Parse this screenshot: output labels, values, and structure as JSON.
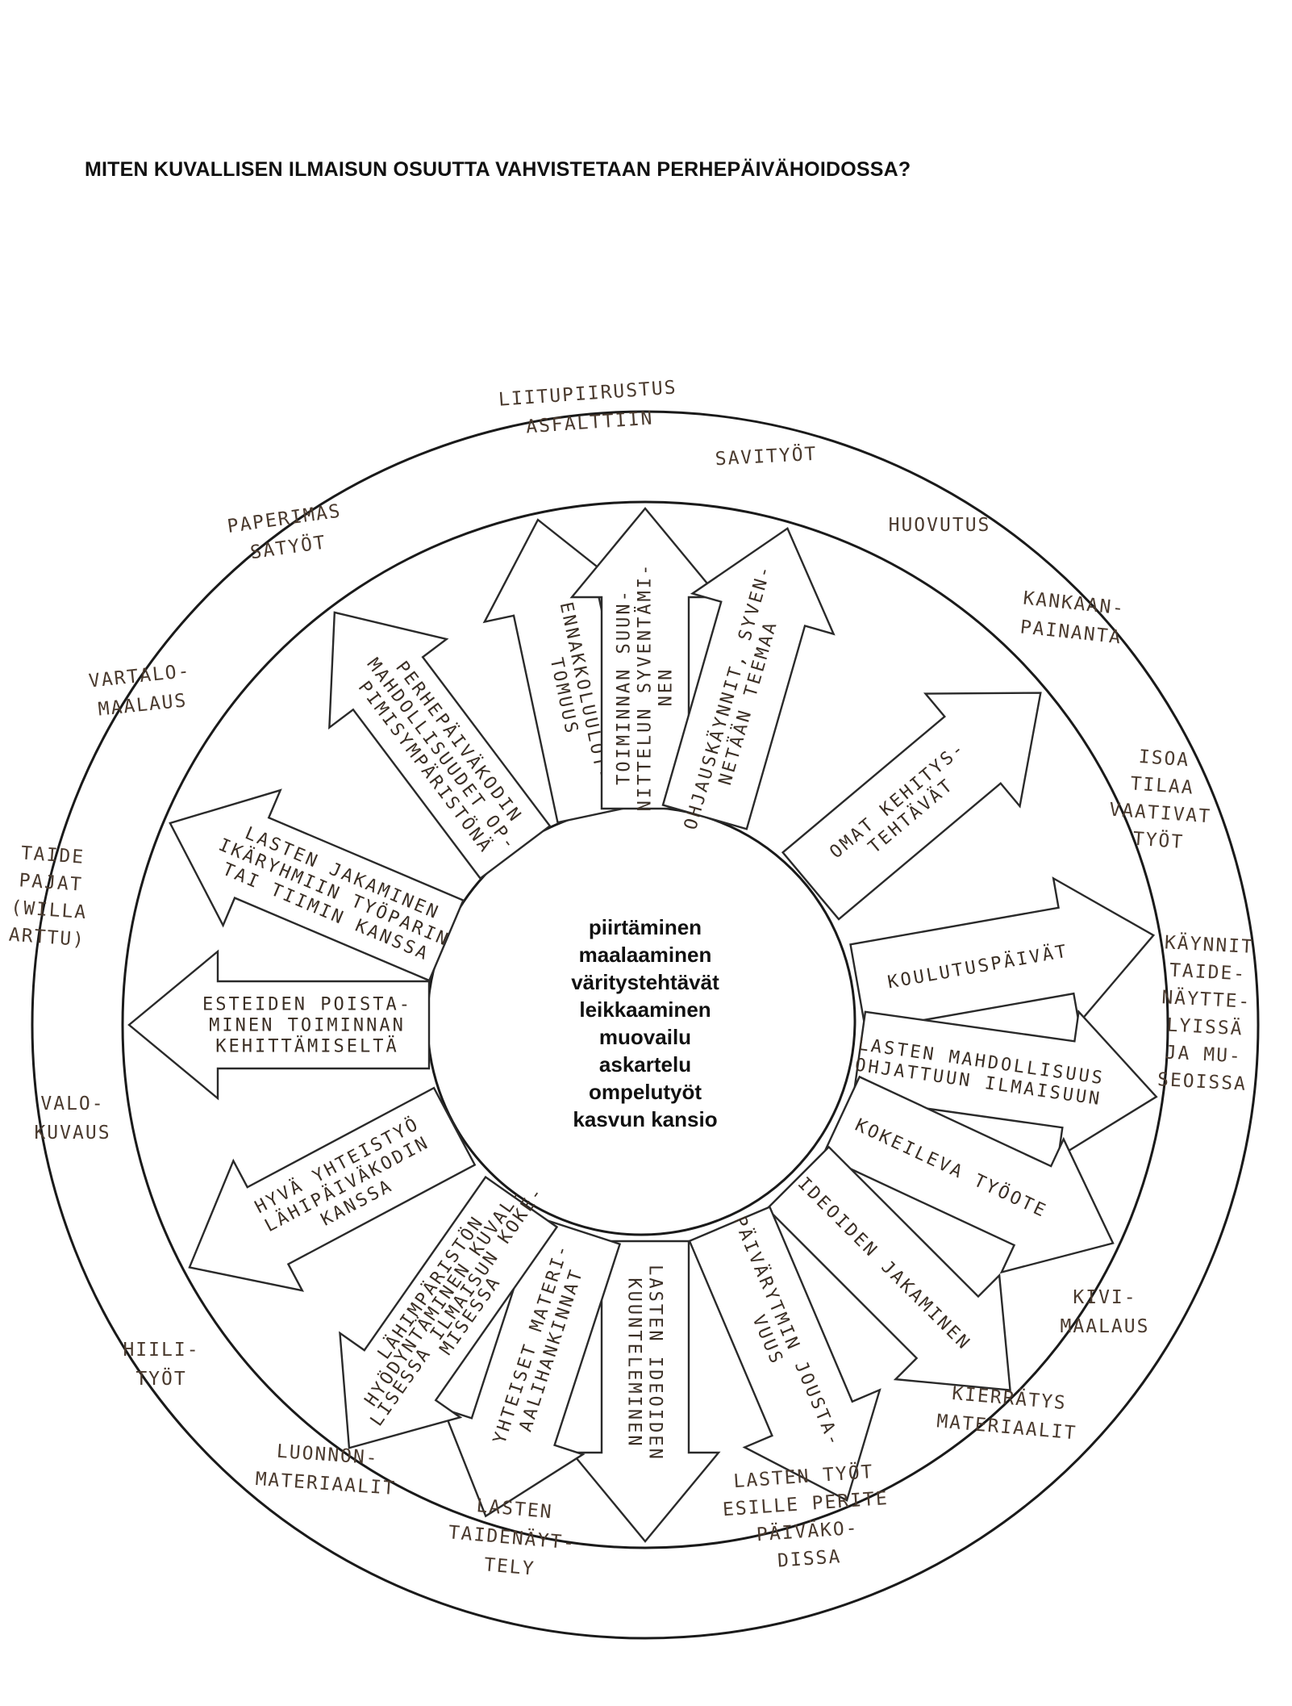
{
  "title": "MITEN KUVALLISEN ILMAISUN OSUUTTA VAHVISTETAAN PERHEPÄIVÄHOIDOSSA?",
  "center_items": [
    "piirtäminen",
    "maalaaminen",
    "väritystehtävät",
    "leikkaaminen",
    "muovailu",
    "askartelu",
    "ompelutyöt",
    "kasvun kansio"
  ],
  "arrows": [
    {
      "id": "a1",
      "lines": [
        "ENNAKKOLUULOT-",
        "TOMUUS"
      ]
    },
    {
      "id": "a2",
      "lines": [
        "TOIMINNAN SUUN-",
        "NITTELUN SYVENTÄMI-",
        "NEN"
      ]
    },
    {
      "id": "a3",
      "lines": [
        "OHJAUSKÄYNNIT, SYVEN-",
        "NETÄÄN TEEMAA"
      ]
    },
    {
      "id": "a4",
      "lines": [
        "OMAT KEHITYS-",
        "TEHTÄVÄT"
      ]
    },
    {
      "id": "a5",
      "lines": [
        "KOULUTUSPÄIVÄT"
      ]
    },
    {
      "id": "a6",
      "lines": [
        "LASTEN MAHDOLLISUUS",
        "OHJATTUUN ILMAISUUN"
      ]
    },
    {
      "id": "a7",
      "lines": [
        "KOKEILEVA TYÖOTE"
      ]
    },
    {
      "id": "a8",
      "lines": [
        "IDEOIDEN JAKAMINEN"
      ]
    },
    {
      "id": "a9",
      "lines": [
        "PÄIVÄRYTMIN JOUSTA-",
        "VUUS"
      ]
    },
    {
      "id": "a10",
      "lines": [
        "LASTEN IDEOIDEN",
        "KUUNTELEMINEN"
      ]
    },
    {
      "id": "a11",
      "lines": [
        "YHTEISET MATERI-",
        "AALIHANKINNAT"
      ]
    },
    {
      "id": "a12",
      "lines": [
        "LÄHIMPÄRISTÖN",
        "HYÖDYNTÄMINEN KUVAL-",
        "LISESSA ILMAISUN KOKE-",
        "MISESSA"
      ]
    },
    {
      "id": "a13",
      "lines": [
        "HYVÄ YHTEISTYÖ",
        "LÄHIPÄIVÄKODIN",
        "KANSSA"
      ]
    },
    {
      "id": "a14",
      "lines": [
        "ESTEIDEN POISTA-",
        "MINEN TOIMINNAN",
        "KEHITTÄMISELTÄ"
      ]
    },
    {
      "id": "a15",
      "lines": [
        "LASTEN JAKAMINEN",
        "IKÄRYHMIIN TYÖPARIN",
        "TAI TIIMIN KANSSA"
      ]
    },
    {
      "id": "a16",
      "lines": [
        "PERHEPÄIVÄKODIN",
        "MAHDOLLISUUDET OP-",
        "PIMISYMPÄRISTÖNÄ"
      ]
    }
  ],
  "outer_labels": [
    {
      "id": "o1",
      "lines": [
        "LIITUPIIRUSTUS",
        "ASFALTTIIN"
      ]
    },
    {
      "id": "o2",
      "lines": [
        "SAVITYÖT"
      ]
    },
    {
      "id": "o3",
      "lines": [
        "HUOVUTUS"
      ]
    },
    {
      "id": "o4",
      "lines": [
        "KANKAAN-",
        "PAINANTA"
      ]
    },
    {
      "id": "o5",
      "lines": [
        "ISOA",
        "TILAA",
        "VAATIVAT",
        "TYÖT"
      ]
    },
    {
      "id": "o6",
      "lines": [
        "KÄYNNIT",
        "TAIDE-",
        "NÄYTTE-",
        "LYISSÄ",
        "JA MU-",
        "SEOISSA"
      ]
    },
    {
      "id": "o7",
      "lines": [
        "KIVI-",
        "MAALAUS"
      ]
    },
    {
      "id": "o8",
      "lines": [
        "KIERRÄTYS",
        "MATERIAALIT"
      ]
    },
    {
      "id": "o9",
      "lines": [
        "LASTEN TYÖT",
        "ESILLE PERITE",
        "PÄIVÄKO-",
        "DISSA"
      ]
    },
    {
      "id": "o10",
      "lines": [
        "LASTEN",
        "TAIDENÄYT-",
        "TELY"
      ]
    },
    {
      "id": "o11",
      "lines": [
        "LUONNON-",
        "MATERIAALIT"
      ]
    },
    {
      "id": "o12",
      "lines": [
        "HIILI-",
        "TYÖT"
      ]
    },
    {
      "id": "o13",
      "lines": [
        "VALO-",
        "KUVAUS"
      ]
    },
    {
      "id": "o14",
      "lines": [
        "TAIDE",
        "PAJAT",
        "(WILLA",
        "ARTTU)"
      ]
    },
    {
      "id": "o15",
      "lines": [
        "VARTALO-",
        "MAALAUS"
      ]
    },
    {
      "id": "o16",
      "lines": [
        "PAPERIMAS",
        "SATYÖT"
      ]
    }
  ],
  "colors": {
    "line": "#1a1a1a",
    "handwriting": "#4a3a2e",
    "title": "#111111",
    "background": "#ffffff"
  }
}
